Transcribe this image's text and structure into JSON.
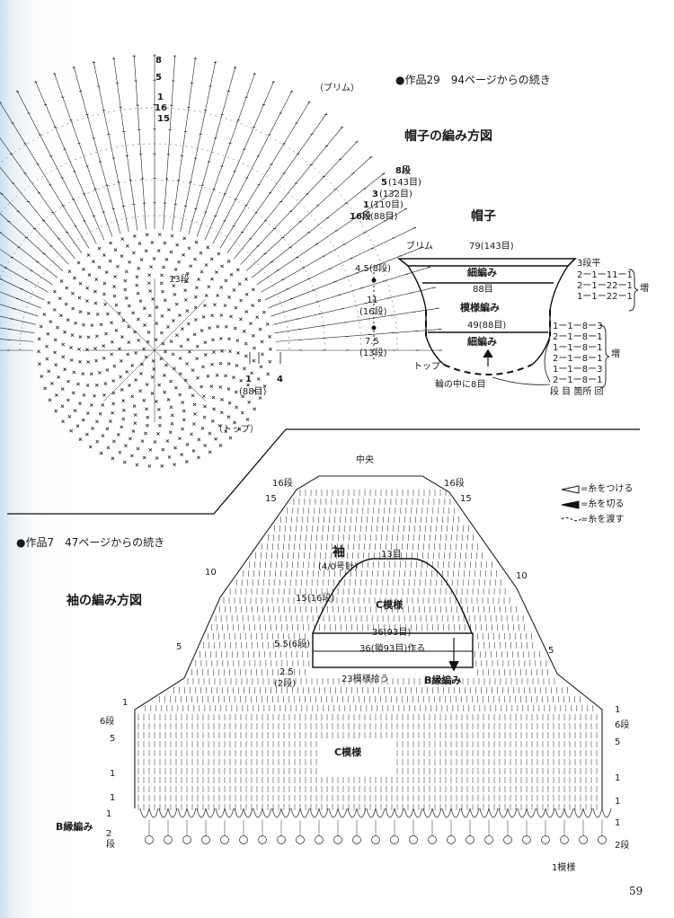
{
  "hat": {
    "continued": "●作品29　94ページからの続き",
    "diagram_title": "帽子の編み方図",
    "brim_label": "（ブリム）",
    "top_label": "（トップ）",
    "chart_rows": {
      "r8": "8",
      "r5": "5",
      "r1": "1",
      "r16": "16",
      "r15": "15",
      "r13": "13段",
      "row8": "8段",
      "row5": "5",
      "row5s": "(143目)",
      "row3": "3",
      "row3s": "(132目)",
      "row1": "1",
      "row1s": "(110目)",
      "row16": "16段",
      "row16s": "(88目)",
      "bottom1": "1",
      "bottom1s": "(88目)",
      "bottom4": "4"
    },
    "schematic": {
      "title": "帽子",
      "brim": "ブリム",
      "top_count": "79(143目)",
      "seg1": "細編み",
      "seg1_count": "88目",
      "seg2": "模様編み",
      "mid_count": "49(88目)",
      "seg3": "細編み",
      "h1": "4.5(8段)",
      "h2": "11",
      "h2s": "(16段)",
      "h3": "7.5",
      "h3s": "(13段)",
      "top": "トップ",
      "ring": "輪の中に8目",
      "inc_label": "増",
      "right1": [
        "3段平",
        "2ー1ー11ー1",
        "2ー1ー22ー1",
        "1ー1ー22ー1"
      ],
      "right2": [
        "1ー1ー8ー3",
        "2ー1ー8ー1",
        "1ー1ー8ー1",
        "2ー1ー8ー1",
        "1ー1ー8ー3",
        "2ー1ー8ー1"
      ],
      "legend": "段 目 箇所 回"
    }
  },
  "sleeve": {
    "continued": "●作品7　47ページからの続き",
    "diagram_title": "袖の編み方図",
    "center": "中央",
    "left_rows": [
      "16段",
      "15",
      "10",
      "5",
      "1",
      "6段",
      "5",
      "1",
      "1"
    ],
    "right_rows": [
      "16段",
      "15",
      "10",
      "5",
      "1",
      "6段",
      "5",
      "1",
      "1",
      "1",
      "2段"
    ],
    "b_edge": "B縁編み",
    "b_edge_rows": [
      "1",
      "2",
      "段"
    ],
    "pattern_c": "C模様",
    "repeat": "1模様",
    "legend": [
      "=糸をつける",
      "=糸を切る",
      "=糸を渡す"
    ],
    "schematic": {
      "title": "袖",
      "needle": "(4/0号針)",
      "top": "13目",
      "height": "15(16段)",
      "pattern": "C模様",
      "width": "36(93目)",
      "chain": "36(鎖93目)作る",
      "h2": "5.5(6段)",
      "h3": "2.5",
      "h3s": "(2段)",
      "pickup": "23模様拾う",
      "edge": "B縁編み"
    }
  },
  "page_number": "59"
}
